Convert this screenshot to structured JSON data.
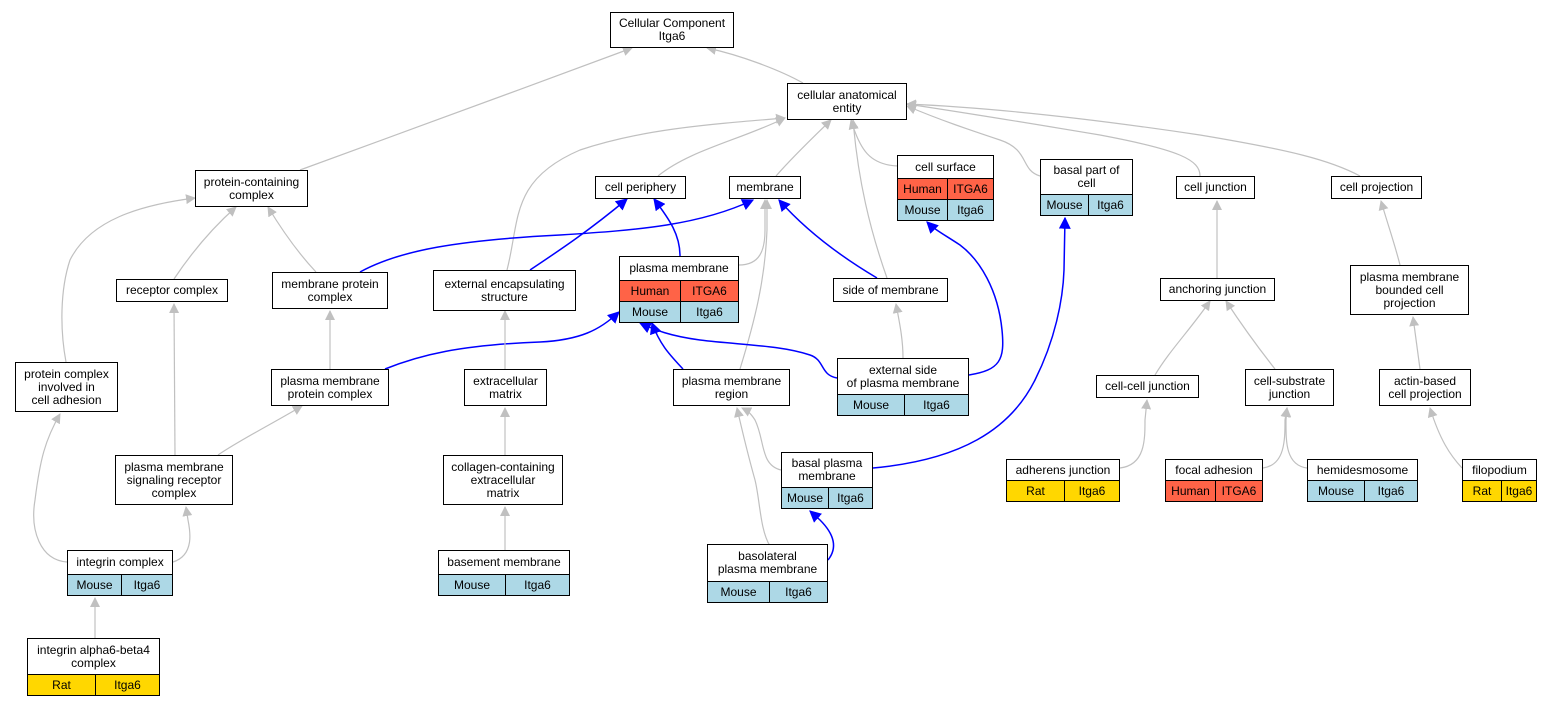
{
  "colors": {
    "generic_edge": "#c0c0c0",
    "annotated_edge": "#0000ff",
    "Human": "#ff6347",
    "Mouse": "#add8e6",
    "Rat": "#ffd700"
  },
  "nodes": {
    "root": {
      "lines": [
        "Cellular Component",
        "Itga6"
      ],
      "annotations": []
    },
    "cae": {
      "lines": [
        "cellular anatomical",
        "entity"
      ],
      "annotations": []
    },
    "pcc": {
      "lines": [
        "protein-containing",
        "complex"
      ],
      "annotations": []
    },
    "cper": {
      "lines": [
        "cell periphery"
      ],
      "annotations": []
    },
    "memb": {
      "lines": [
        "membrane"
      ],
      "annotations": []
    },
    "csurf": {
      "lines": [
        "cell surface"
      ],
      "annotations": [
        [
          "Human",
          "ITGA6"
        ],
        [
          "Mouse",
          "Itga6"
        ]
      ]
    },
    "basal": {
      "lines": [
        "basal part of",
        "cell"
      ],
      "annotations": [
        [
          "Mouse",
          "Itga6"
        ]
      ]
    },
    "cjunc": {
      "lines": [
        "cell junction"
      ],
      "annotations": []
    },
    "cproj": {
      "lines": [
        "cell projection"
      ],
      "annotations": []
    },
    "recc": {
      "lines": [
        "receptor complex"
      ],
      "annotations": []
    },
    "mpc": {
      "lines": [
        "membrane protein",
        "complex"
      ],
      "annotations": []
    },
    "ees": {
      "lines": [
        "external encapsulating",
        "structure"
      ],
      "annotations": []
    },
    "pm": {
      "lines": [
        "plasma membrane"
      ],
      "annotations": [
        [
          "Human",
          "ITGA6"
        ],
        [
          "Mouse",
          "Itga6"
        ]
      ]
    },
    "som": {
      "lines": [
        "side of membrane"
      ],
      "annotations": []
    },
    "anch": {
      "lines": [
        "anchoring junction"
      ],
      "annotations": []
    },
    "pmbcp": {
      "lines": [
        "plasma membrane",
        "bounded cell",
        "projection"
      ],
      "annotations": []
    },
    "pcica": {
      "lines": [
        "protein complex",
        "involved in",
        "cell adhesion"
      ],
      "annotations": []
    },
    "pmpc": {
      "lines": [
        "plasma membrane",
        "protein complex"
      ],
      "annotations": []
    },
    "ecm": {
      "lines": [
        "extracellular",
        "matrix"
      ],
      "annotations": []
    },
    "pmr": {
      "lines": [
        "plasma membrane",
        "region"
      ],
      "annotations": []
    },
    "espm": {
      "lines": [
        "external side",
        "of plasma membrane"
      ],
      "annotations": [
        [
          "Mouse",
          "Itga6"
        ]
      ]
    },
    "ccj": {
      "lines": [
        "cell-cell junction"
      ],
      "annotations": []
    },
    "csj": {
      "lines": [
        "cell-substrate",
        "junction"
      ],
      "annotations": []
    },
    "abcp": {
      "lines": [
        "actin-based",
        "cell projection"
      ],
      "annotations": []
    },
    "pmsrc": {
      "lines": [
        "plasma membrane",
        "signaling receptor",
        "complex"
      ],
      "annotations": []
    },
    "ccecm": {
      "lines": [
        "collagen-containing",
        "extracellular",
        "matrix"
      ],
      "annotations": []
    },
    "bpm": {
      "lines": [
        "basal plasma",
        "membrane"
      ],
      "annotations": [
        [
          "Mouse",
          "Itga6"
        ]
      ]
    },
    "adh": {
      "lines": [
        "adherens junction"
      ],
      "annotations": [
        [
          "Rat",
          "Itga6"
        ]
      ]
    },
    "fa": {
      "lines": [
        "focal adhesion"
      ],
      "annotations": [
        [
          "Human",
          "ITGA6"
        ]
      ]
    },
    "hemi": {
      "lines": [
        "hemidesmosome"
      ],
      "annotations": [
        [
          "Mouse",
          "Itga6"
        ]
      ]
    },
    "filo": {
      "lines": [
        "filopodium"
      ],
      "annotations": [
        [
          "Rat",
          "Itga6"
        ]
      ]
    },
    "intc": {
      "lines": [
        "integrin complex"
      ],
      "annotations": [
        [
          "Mouse",
          "Itga6"
        ]
      ]
    },
    "bm": {
      "lines": [
        "basement membrane"
      ],
      "annotations": [
        [
          "Mouse",
          "Itga6"
        ]
      ]
    },
    "blpm": {
      "lines": [
        "basolateral",
        "plasma membrane"
      ],
      "annotations": [
        [
          "Mouse",
          "Itga6"
        ]
      ]
    },
    "ia6b4": {
      "lines": [
        "integrin alpha6-beta4",
        "complex"
      ],
      "annotations": [
        [
          "Rat",
          "Itga6"
        ]
      ]
    }
  },
  "edges": [
    {
      "from": "cae",
      "to": "root",
      "kind": "generic"
    },
    {
      "from": "pcc",
      "to": "root",
      "kind": "generic"
    },
    {
      "from": "cper",
      "to": "cae",
      "kind": "generic"
    },
    {
      "from": "memb",
      "to": "cae",
      "kind": "generic"
    },
    {
      "from": "csurf",
      "to": "cae",
      "kind": "generic"
    },
    {
      "from": "basal",
      "to": "cae",
      "kind": "generic"
    },
    {
      "from": "cjunc",
      "to": "cae",
      "kind": "generic"
    },
    {
      "from": "cproj",
      "to": "cae",
      "kind": "generic"
    },
    {
      "from": "ees",
      "to": "cae",
      "kind": "generic"
    },
    {
      "from": "som",
      "to": "cae",
      "kind": "generic"
    },
    {
      "from": "recc",
      "to": "pcc",
      "kind": "generic"
    },
    {
      "from": "mpc",
      "to": "pcc",
      "kind": "generic"
    },
    {
      "from": "pcica",
      "to": "pcc",
      "kind": "generic"
    },
    {
      "from": "mpc",
      "to": "memb",
      "kind": "annotated"
    },
    {
      "from": "ees",
      "to": "cper",
      "kind": "annotated"
    },
    {
      "from": "pm",
      "to": "cper",
      "kind": "annotated"
    },
    {
      "from": "pm",
      "to": "memb",
      "kind": "generic"
    },
    {
      "from": "som",
      "to": "memb",
      "kind": "annotated"
    },
    {
      "from": "pmr",
      "to": "memb",
      "kind": "generic"
    },
    {
      "from": "anch",
      "to": "cjunc",
      "kind": "generic"
    },
    {
      "from": "pmbcp",
      "to": "cproj",
      "kind": "generic"
    },
    {
      "from": "pmpc",
      "to": "mpc",
      "kind": "generic"
    },
    {
      "from": "pmpc",
      "to": "pm",
      "kind": "annotated"
    },
    {
      "from": "ecm",
      "to": "ees",
      "kind": "generic"
    },
    {
      "from": "pmr",
      "to": "pm",
      "kind": "annotated"
    },
    {
      "from": "espm",
      "to": "pm",
      "kind": "annotated"
    },
    {
      "from": "espm",
      "to": "som",
      "kind": "generic"
    },
    {
      "from": "espm",
      "to": "csurf",
      "kind": "annotated"
    },
    {
      "from": "ccj",
      "to": "anch",
      "kind": "generic"
    },
    {
      "from": "csj",
      "to": "anch",
      "kind": "generic"
    },
    {
      "from": "abcp",
      "to": "pmbcp",
      "kind": "generic"
    },
    {
      "from": "pmsrc",
      "to": "recc",
      "kind": "generic"
    },
    {
      "from": "pmsrc",
      "to": "pmpc",
      "kind": "generic"
    },
    {
      "from": "ccecm",
      "to": "ecm",
      "kind": "generic"
    },
    {
      "from": "bpm",
      "to": "pmr",
      "kind": "generic"
    },
    {
      "from": "bpm",
      "to": "basal",
      "kind": "annotated"
    },
    {
      "from": "adh",
      "to": "ccj",
      "kind": "generic"
    },
    {
      "from": "fa",
      "to": "csj",
      "kind": "generic"
    },
    {
      "from": "hemi",
      "to": "csj",
      "kind": "generic"
    },
    {
      "from": "filo",
      "to": "abcp",
      "kind": "generic"
    },
    {
      "from": "intc",
      "to": "pcica",
      "kind": "generic"
    },
    {
      "from": "intc",
      "to": "pmsrc",
      "kind": "generic"
    },
    {
      "from": "bm",
      "to": "ccecm",
      "kind": "generic"
    },
    {
      "from": "blpm",
      "to": "pmr",
      "kind": "generic"
    },
    {
      "from": "blpm",
      "to": "bpm",
      "kind": "annotated"
    },
    {
      "from": "ia6b4",
      "to": "intc",
      "kind": "generic"
    }
  ]
}
